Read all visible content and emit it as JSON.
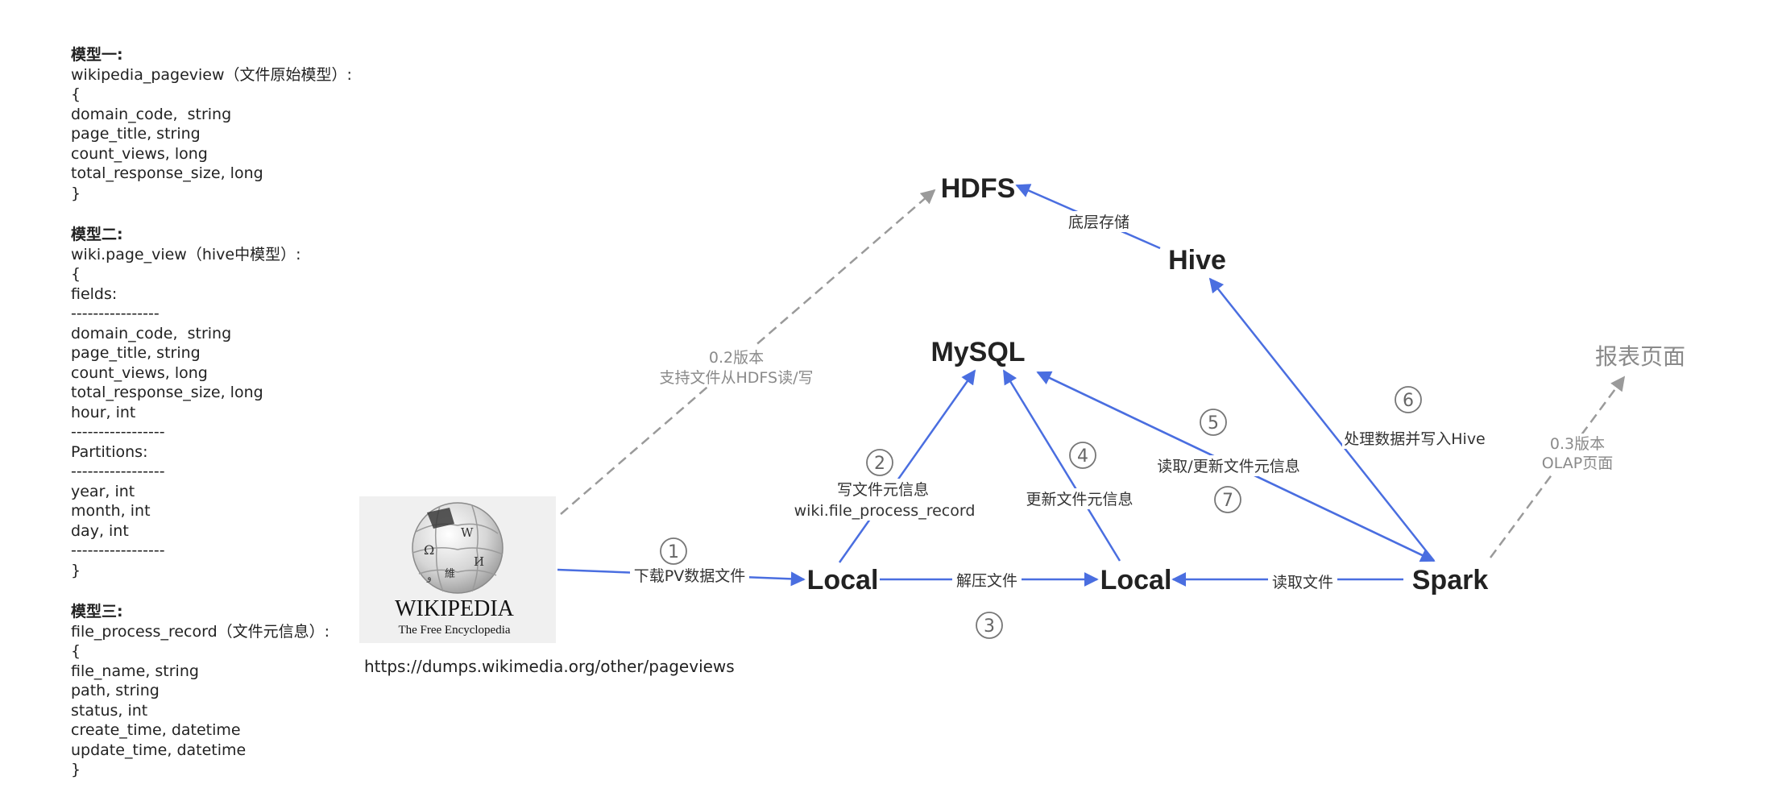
{
  "models": [
    {
      "title": "模型一:",
      "lines": [
        "wikipedia_pageview（文件原始模型）:",
        "{",
        "domain_code,  string",
        "page_title, string",
        "count_views, long",
        "total_response_size, long",
        "}"
      ]
    },
    {
      "title": "模型二:",
      "lines": [
        "wiki.page_view（hive中模型）:",
        "{",
        "fields:",
        "----------------",
        "domain_code,  string",
        "page_title, string",
        "count_views, long",
        "total_response_size, long",
        "hour, int",
        "-----------------",
        "Partitions:",
        "-----------------",
        "year, int",
        "month, int",
        "day, int",
        "-----------------",
        "}"
      ]
    },
    {
      "title": "模型三:",
      "lines": [
        "file_process_record（文件元信息）:",
        "{",
        "file_name, string",
        "path, string",
        "status, int",
        "create_time, datetime",
        "update_time, datetime",
        "}"
      ]
    }
  ],
  "nodes": {
    "hdfs": "HDFS",
    "hive": "Hive",
    "mysql": "MySQL",
    "local1": "Local",
    "local2": "Local",
    "spark": "Spark",
    "report": "报表页面"
  },
  "wikipedia": {
    "wordmark": "WIKIPEDIA",
    "tagline": "The Free Encyclopedia",
    "url": "https://dumps.wikimedia.org/other/pageviews"
  },
  "edges": {
    "download": "下载PV数据文件",
    "unzip": "解压文件",
    "read_file": "读取文件",
    "write_meta_1": "写文件元信息",
    "write_meta_2": "wiki.file_process_record",
    "update_meta": "更新文件元信息",
    "read_update_meta": "读取/更新文件元信息",
    "process_write_hive": "处理数据并写入Hive",
    "underlying_storage": "底层存储",
    "v02_1": "0.2版本",
    "v02_2": "支持文件从HDFS读/写",
    "v03_1": "0.3版本",
    "v03_2": "OLAP页面"
  },
  "steps": [
    "1",
    "2",
    "3",
    "4",
    "5",
    "6",
    "7"
  ],
  "colors": {
    "flow": "#4a6ee0",
    "planned": "#9a9a9a",
    "text": "#222222"
  }
}
